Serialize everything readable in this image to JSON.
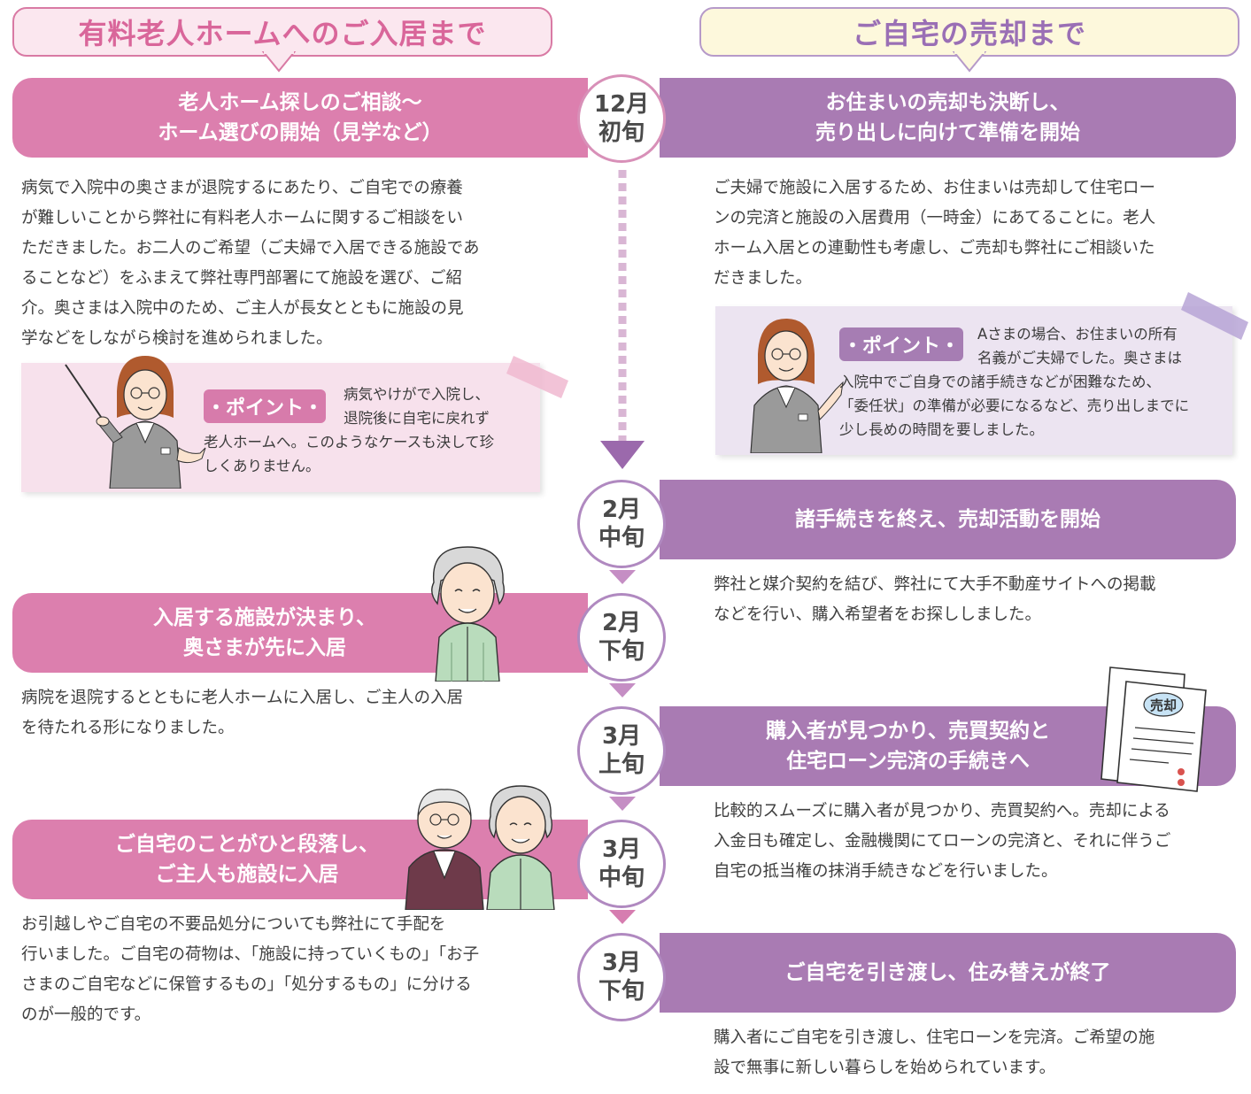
{
  "headers": {
    "left": "有料老人ホームへのご入居まで",
    "right": "ご自宅の売却まで"
  },
  "dates": [
    {
      "month": "12月",
      "period": "初旬"
    },
    {
      "month": "2月",
      "period": "中旬"
    },
    {
      "month": "2月",
      "period": "下旬"
    },
    {
      "month": "3月",
      "period": "上旬"
    },
    {
      "month": "3月",
      "period": "中旬"
    },
    {
      "month": "3月",
      "period": "下旬"
    }
  ],
  "left_steps": [
    {
      "title": [
        "老人ホーム探しのご相談〜",
        "ホーム選びの開始（見学など）"
      ],
      "body": [
        "病気で入院中の奥さまが退院するにあたり、ご自宅での療養",
        "が難しいことから弊社に有料老人ホームに関するご相談をい",
        "ただきました。お二人のご希望（ご夫婦で入居できる施設であ",
        "ることなど）をふまえて弊社専門部署にて施設を選び、ご紹",
        "介。奥さまは入院中のため、ご主人が長女とともに施設の見",
        "学などをしながら検討を進められました。"
      ]
    },
    {
      "title": [
        "入居する施設が決まり、",
        "奥さまが先に入居"
      ],
      "body": [
        "病院を退院するとともに老人ホームに入居し、ご主人の入居",
        "を待たれる形になりました。"
      ]
    },
    {
      "title": [
        "ご自宅のことがひと段落し、",
        "ご主人も施設に入居"
      ],
      "body": [
        "お引越しやご自宅の不要品処分についても弊社にて手配を",
        "行いました。ご自宅の荷物は、「施設に持っていくもの」「お子",
        "さまのご自宅などに保管するもの」「処分するもの」に分ける",
        "のが一般的です。"
      ]
    }
  ],
  "right_steps": [
    {
      "title": [
        "お住まいの売却も決断し、",
        "売り出しに向けて準備を開始"
      ],
      "body": [
        "ご夫婦で施設に入居するため、お住まいは売却して住宅ロー",
        "ンの完済と施設の入居費用（一時金）にあてることに。老人",
        "ホーム入居との連動性も考慮し、ご売却も弊社にご相談いた",
        "だきました。"
      ]
    },
    {
      "title": [
        "諸手続きを終え、売却活動を開始"
      ],
      "body": [
        "弊社と媒介契約を結び、弊社にて大手不動産サイトへの掲載",
        "などを行い、購入希望者をお探ししました。"
      ]
    },
    {
      "title": [
        "購入者が見つかり、売買契約と",
        "住宅ローン完済の手続きへ"
      ],
      "body": [
        "比較的スムーズに購入者が見つかり、売買契約へ。売却による",
        "入金日も確定し、金融機関にてローンの完済と、それに伴うご",
        "自宅の抵当権の抹消手続きなどを行いました。"
      ]
    },
    {
      "title": [
        "ご自宅を引き渡し、住み替えが終了"
      ],
      "body": [
        "購入者にご自宅を引き渡し、住宅ローンを完済。ご希望の施",
        "設で無事に新しい暮らしを始められています。"
      ]
    }
  ],
  "points": {
    "label": "・ポイント・",
    "left": [
      "病気やけがで入院し、",
      "退院後に自宅に戻れず",
      "老人ホームへ。このようなケースも決して珍",
      "しくありません。"
    ],
    "right": [
      "Aさまの場合、お住まいの所有",
      "名義がご夫婦でした。奥さまは",
      "入院中でご自身での諸手続きなどが困難なため、",
      "「委任状」の準備が必要になるなど、売り出しまでに",
      "少し長めの時間を要しました。"
    ]
  },
  "document_stamp": "売却",
  "colors": {
    "pink": "#dc7fae",
    "purple": "#a97bb3",
    "pink_light": "#f7e1ec",
    "purple_light": "#ece4f1"
  }
}
